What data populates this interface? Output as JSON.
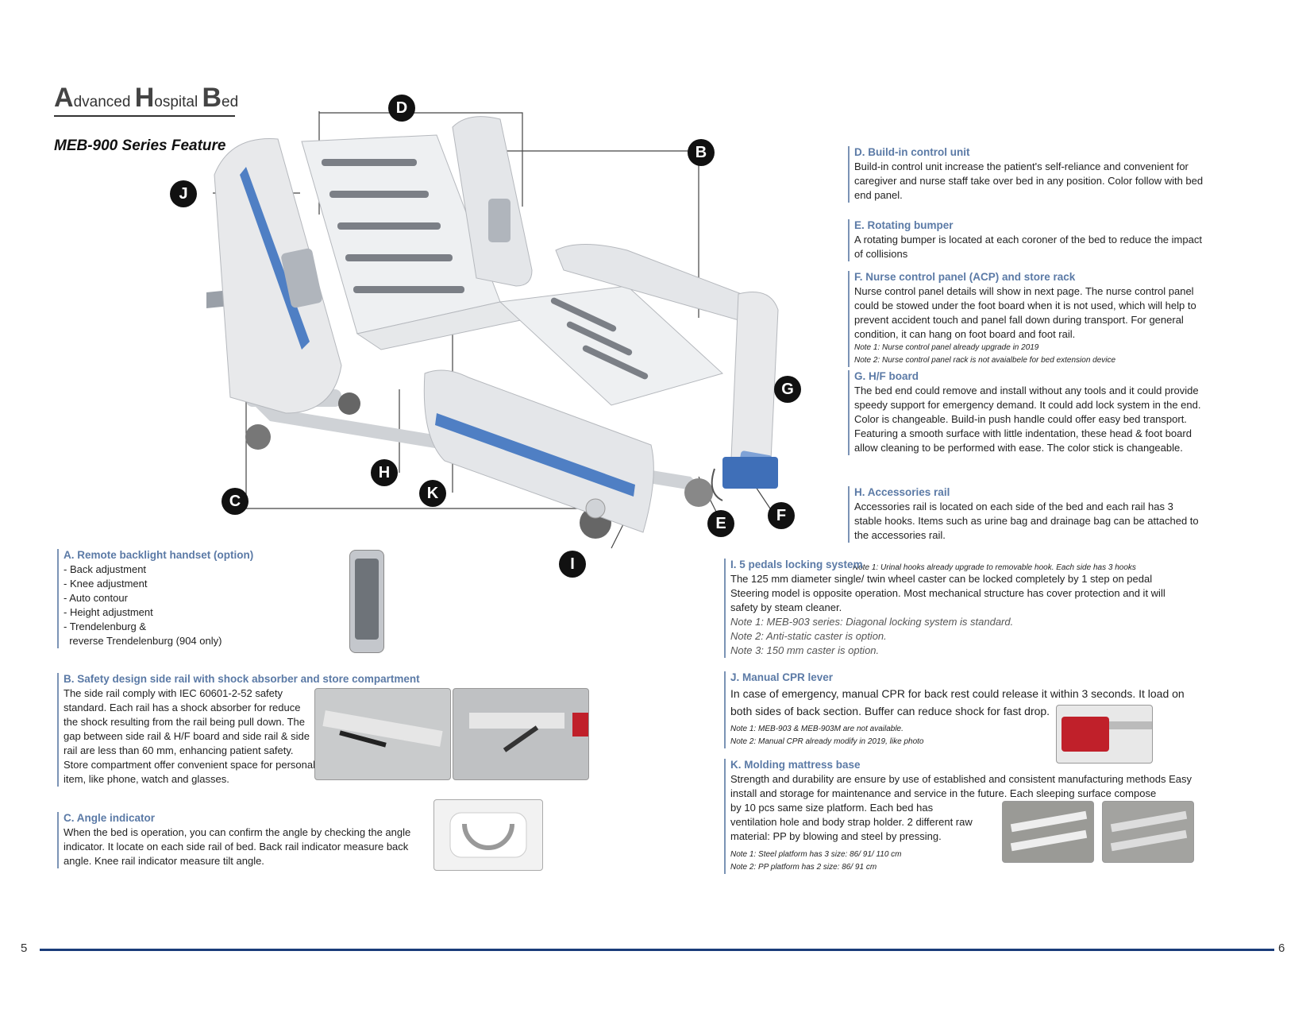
{
  "header": {
    "brand_caps": [
      "A",
      "H",
      "B"
    ],
    "brand_words": [
      "dvanced ",
      "ospital ",
      "ed"
    ],
    "subtitle": "MEB-900 Series Feature"
  },
  "labels": [
    "D",
    "B",
    "J",
    "G",
    "H",
    "C",
    "K",
    "E",
    "F",
    "I"
  ],
  "features": {
    "D": {
      "title": "D. Build-in control unit",
      "text": "Build-in control unit increase the patient's self-reliance and convenient for caregiver and nurse staff take over bed in any position. Color follow with bed end panel."
    },
    "E": {
      "title": "E. Rotating bumper",
      "text": "A rotating bumper is located at each coroner of the bed to reduce the impact of collisions"
    },
    "F": {
      "title": "F. Nurse control panel (ACP) and store rack",
      "text": "Nurse control panel details will show in next page. The nurse control panel could be stowed under the foot board when it is not used, which will help to prevent accident touch and panel fall down during transport. For general condition, it can hang on foot board and foot rail.",
      "note1": "Note 1: Nurse control panel already upgrade in 2019",
      "note2": "Note 2: Nurse control panel rack is not avaialbele for bed extension device"
    },
    "G": {
      "title": "G. H/F board",
      "text": "The bed end could remove and install without any tools and it could provide speedy support for emergency demand. It could add lock system in the end. Color is changeable. Build-in push handle could offer easy bed transport. Featuring a smooth surface with little indentation, these head & foot board allow cleaning to be performed with ease. The color stick is changeable."
    },
    "H": {
      "title": "H. Accessories rail",
      "text": "Accessories rail is located on each side of the bed and each rail has 3 stable hooks. Items such as urine bag and drainage bag can be attached to the accessories rail.",
      "note1": "Note 1: Urinal hooks already upgrade to removable hook. Each side has 3 hooks"
    },
    "I": {
      "title": "I. 5 pedals locking system",
      "text": "The 125 mm diameter single/ twin wheel caster can be locked completely by 1 step on pedal Steering model is opposite operation. Most mechanical structure has cover protection and it will safety by steam cleaner.",
      "note1": "Note 1: MEB-903 series: Diagonal locking system is standard.",
      "note2": "Note 2: Anti-static caster is option.",
      "note3": "Note 3: 150 mm caster is option."
    },
    "J": {
      "title": "J. Manual CPR lever",
      "text": "In case of emergency, manual CPR for back rest could release it within 3 seconds. It load on both sides of back section. Buffer can reduce shock for fast drop.",
      "note1": "Note 1: MEB-903 & MEB-903M are not available.",
      "note2": "Note 2: Manual CPR already modify in 2019, like photo"
    },
    "K": {
      "title": "K. Molding mattress base",
      "text_top": "Strength and durability are ensure by use of established and consistent manufacturing methods Easy install and storage for maintenance and service in the future. Each sleeping surface compose",
      "text_bottom": "by 10 pcs same size platform. Each bed has ventilation hole and body strap holder. 2 different raw material: PP by blowing and steel by pressing.",
      "note1": "Note 1: Steel platform has 3 size: 86/ 91/ 110 cm",
      "note2": "Note 2: PP platform has 2 size: 86/ 91 cm"
    },
    "A": {
      "title": "A. Remote backlight handset (option)",
      "items": [
        "- Back adjustment",
        "- Knee adjustment",
        "- Auto contour",
        "- Height adjustment",
        "- Trendelenburg &",
        "  reverse Trendelenburg (904 only)"
      ]
    },
    "B": {
      "title": "B. Safety design side rail with shock absorber and store compartment",
      "text": "The side rail comply with IEC 60601-2-52 safety standard. Each rail has a shock absorber for reduce the shock resulting from the rail being pull down. The gap between side rail & H/F board and side rail & side rail are less than 60 mm, enhancing patient safety. Store compartment offer convenient space for personal item, like phone, watch and glasses."
    },
    "C": {
      "title": "C. Angle indicator",
      "text": "When the bed is operation, you can confirm the angle by checking the angle indicator. It locate on each side rail of bed. Back rail indicator measure back angle. Knee rail indicator measure tilt angle."
    }
  },
  "footer": {
    "left_page": "5",
    "right_page": "6"
  },
  "colors": {
    "accent": "#5b7aa6",
    "rule": "#1a3c7a",
    "bed_blue": "#4f7fc4"
  }
}
